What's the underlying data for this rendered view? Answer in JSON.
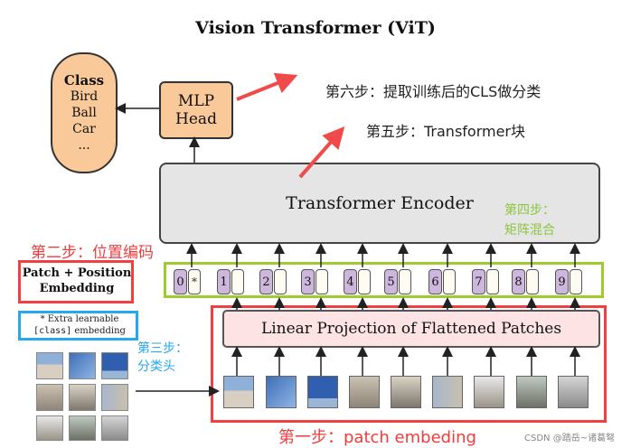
{
  "title": "Vision Transformer (ViT)",
  "class_box": {
    "title": "Class",
    "items": [
      "Bird",
      "Ball",
      "Car",
      "..."
    ]
  },
  "mlp_head": {
    "line1": "MLP",
    "line2": "Head"
  },
  "encoder_label": "Transformer Encoder",
  "linear_projection_label": "Linear Projection of Flattened Patches",
  "patch_position_label": {
    "line1": "Patch + Position",
    "line2": "Embedding"
  },
  "extra_label": {
    "line1": "* Extra learnable",
    "line2_code": "[class]",
    "line2_rest": " embedding"
  },
  "tokens": [
    {
      "num": "0",
      "emb": "*"
    },
    {
      "num": "1",
      "emb": ""
    },
    {
      "num": "2",
      "emb": ""
    },
    {
      "num": "3",
      "emb": ""
    },
    {
      "num": "4",
      "emb": ""
    },
    {
      "num": "5",
      "emb": ""
    },
    {
      "num": "6",
      "emb": ""
    },
    {
      "num": "7",
      "emb": ""
    },
    {
      "num": "8",
      "emb": ""
    },
    {
      "num": "9",
      "emb": ""
    }
  ],
  "annotations": {
    "step1": "第一步：patch embeding",
    "step2": "第二步：位置编码",
    "step3_line1": "第三步：",
    "step3_line2": "分类头",
    "step4_line1": "第四步：",
    "step4_line2": "矩阵混合",
    "step5": "第五步：Transformer块",
    "step6": "第六步：提取训练后的CLS做分类"
  },
  "watermark": "CSDN @踏岳~诸葛弩",
  "colors": {
    "red_annotation": "#f03c3c",
    "blue_annotation": "#26a9ea",
    "green_annotation": "#8cc63f",
    "box_orange": "#f9c99a",
    "encoder_gray": "#e5e5e5",
    "projection_pink": "#fde3e4",
    "token_purple": "#cdb7dc"
  }
}
